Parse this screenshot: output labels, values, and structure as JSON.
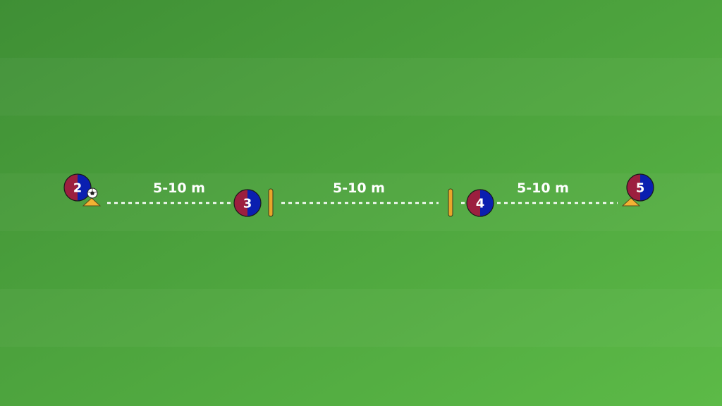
{
  "pitch": {
    "colors": {
      "grass_dark": "#3f8f35",
      "grass_light": "#5cba47",
      "stripe_overlay": "#ffffff",
      "player_red": "#9c1f3f",
      "player_blue": "#0a1fb0",
      "cone": "#f2b233",
      "pole": "#e8a62a",
      "line": "#ffffff"
    },
    "players": [
      {
        "number": "2",
        "has_ball": true,
        "cone_below": true
      },
      {
        "number": "3",
        "has_ball": false,
        "cone_below": false
      },
      {
        "number": "4",
        "has_ball": false,
        "cone_below": false
      },
      {
        "number": "5",
        "has_ball": false,
        "cone_below": true
      }
    ],
    "distances": [
      {
        "label": "5-10 m"
      },
      {
        "label": "5-10 m"
      },
      {
        "label": "5-10 m"
      }
    ],
    "icons": [
      "ball-icon",
      "cone-icon",
      "pole-icon"
    ]
  }
}
